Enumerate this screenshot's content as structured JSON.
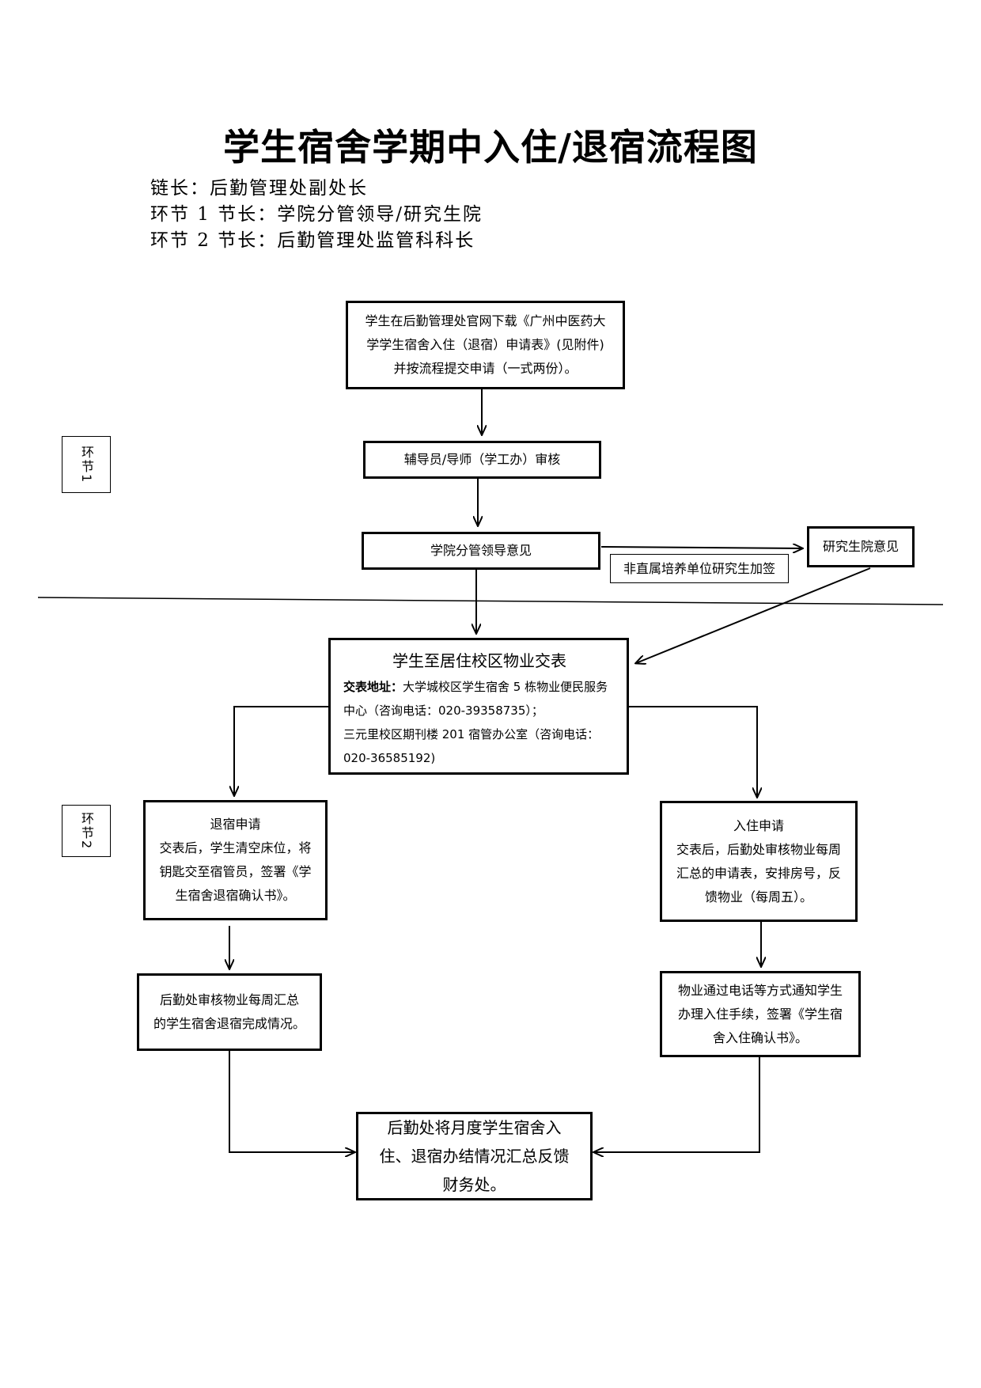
{
  "title": "学生宿舍学期中入住/退宿流程图",
  "chain_leader": "链长：后勤管理处副处长",
  "link1_leader": "环节 1 节长：学院分管领导/研究生院",
  "link2_leader": "环节 2 节长：后勤管理处监管科科长",
  "stage_labels": {
    "link1": "环节1",
    "link2": "环节2"
  },
  "steps": {
    "download": [
      "学生在后勤管理处官网下载《广州中医药大",
      "学学生宿舍入住（退宿）申请表》(见附件)",
      "并按流程提交申请（一式两份）。"
    ],
    "counselor_review": "辅导员/导师（学工办）审核",
    "college_opinion": "学院分管领导意见",
    "grad_school_opinion": "研究生院意见",
    "non_direct_note": "非直属培养单位研究生加签",
    "submit_form": {
      "heading": "学生至居住校区物业交表",
      "address_label": "交表地址：",
      "line1": "大学城校区学生宿舍 5 栋物业便民服务",
      "line2": "中心（咨询电话：020-39358735）；",
      "line3": "三元里校区期刊楼 201 宿管办公室（咨询电话：",
      "line4": "020-36585192)"
    },
    "checkout_apply": [
      "退宿申请",
      "交表后，学生清空床位，将",
      "钥匙交至宿管员，签署《学",
      "生宿舍退宿确认书》。"
    ],
    "checkin_apply": [
      "入住申请",
      "交表后，后勤处审核物业每周",
      "汇总的申请表，安排房号，反",
      "馈物业（每周五）。"
    ],
    "checkout_summary": [
      "后勤处审核物业每周汇总",
      "的学生宿舍退宿完成情况。"
    ],
    "checkin_notify": [
      "物业通过电话等方式通知学生",
      "办理入住手续，签署《学生宿",
      "舍入住确认书》。"
    ],
    "final": [
      "后勤处将月度学生宿舍入",
      "住、退宿办结情况汇总反馈",
      "财务处。"
    ]
  }
}
